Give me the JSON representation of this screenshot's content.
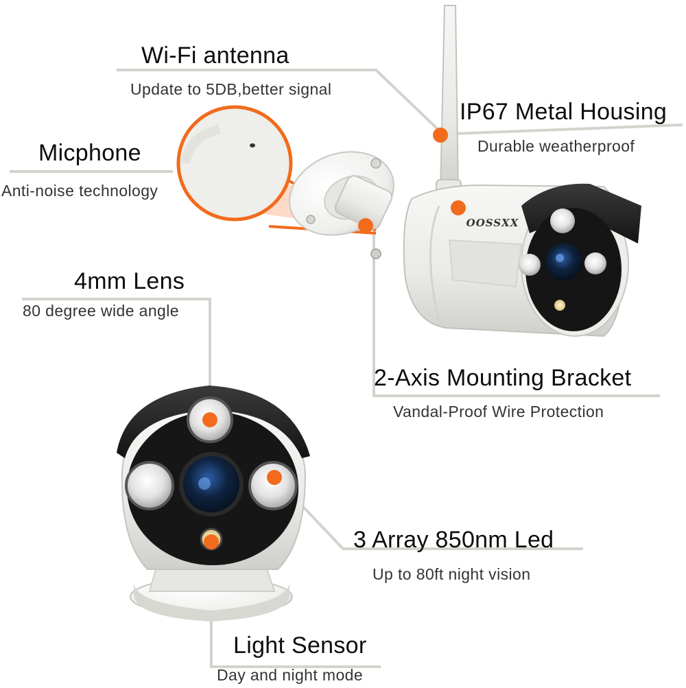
{
  "brand": {
    "logo_text": "OOSSXX",
    "accent_color": "#f26b1d",
    "leader_line_color": "#d3d3cd"
  },
  "features": [
    {
      "id": "wifi-antenna",
      "title": "Wi-Fi antenna",
      "subtitle": "Update to 5DB,better signal"
    },
    {
      "id": "ip67-housing",
      "title": "IP67 Metal Housing",
      "subtitle": "Durable weatherproof"
    },
    {
      "id": "micphone",
      "title": "Micphone",
      "subtitle": "Anti-noise technology"
    },
    {
      "id": "lens",
      "title": "4mm Lens",
      "subtitle": "80 degree wide angle"
    },
    {
      "id": "mounting-bracket",
      "title": "2-Axis Mounting Bracket",
      "subtitle": "Vandal-Proof Wire Protection"
    },
    {
      "id": "led-array",
      "title": "3 Array 850nm Led",
      "subtitle": "Up to 80ft night vision"
    },
    {
      "id": "light-sensor",
      "title": "Light Sensor",
      "subtitle": "Day and night mode"
    }
  ]
}
